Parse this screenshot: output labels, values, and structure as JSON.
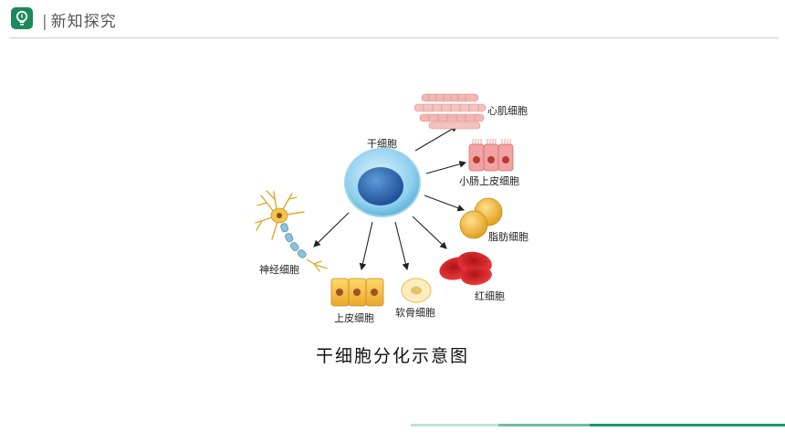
{
  "header": {
    "separator": "|",
    "title": "新知探究"
  },
  "labels": {
    "stem": "干细胞",
    "cardiac": "心肌细胞",
    "intestinal": "小肠上皮细胞",
    "fat": "脂肪细胞",
    "red": "红细胞",
    "cartilage": "软骨细胞",
    "epithelial": "上皮细胞",
    "neuron": "神经细胞"
  },
  "caption": "干细胞分化示意图",
  "colors": {
    "brand": "#1a8a5a",
    "stem_cell": "#8fd0ef",
    "nucleus": "#2a5fa8",
    "cardiac": "#f2b6b2",
    "intestinal": "#e9878a",
    "fat": "#f1b73a",
    "red": "#d9262b",
    "epithelial": "#f2c146",
    "neuron": "#f0c64c"
  }
}
